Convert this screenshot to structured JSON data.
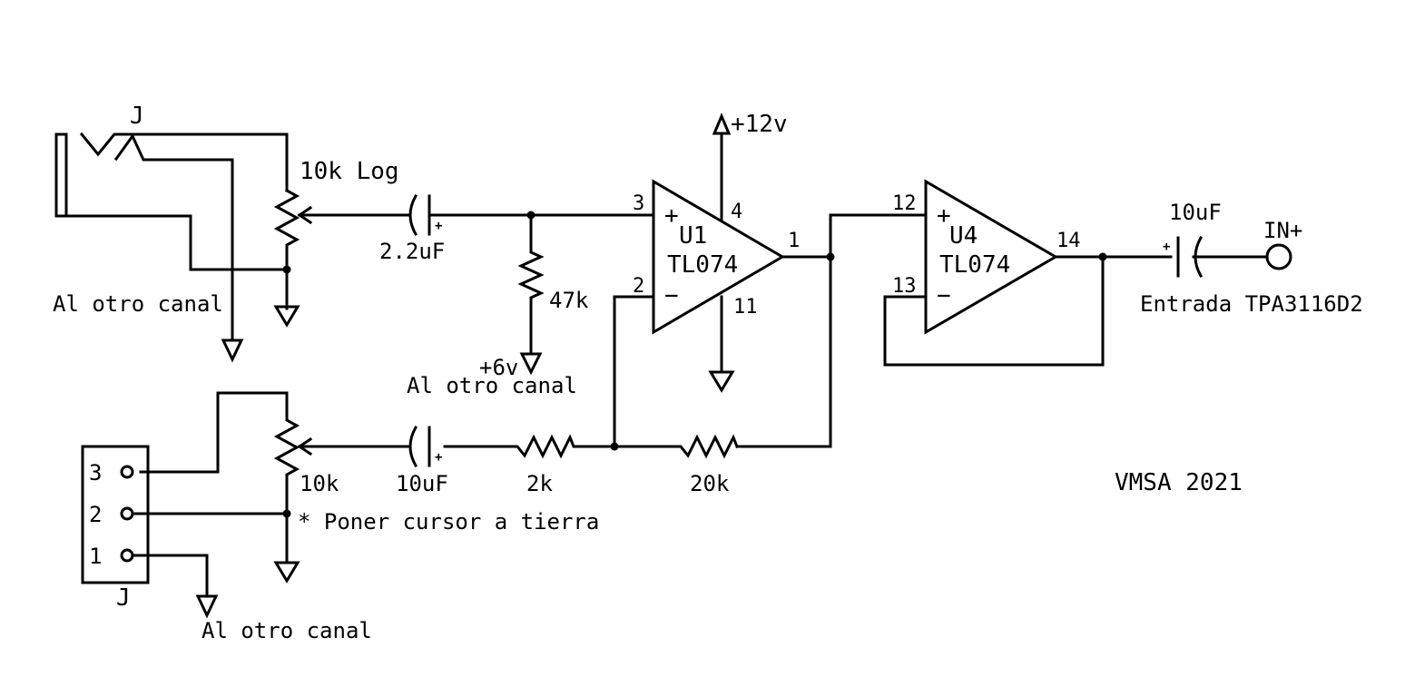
{
  "labels": {
    "jack_top": "J",
    "jack_bottom": "J",
    "pot_log": "10k Log",
    "pot_lin": "10k",
    "c_in": "2.2uF",
    "c_fb": "10uF",
    "c_out": "10uF",
    "r_bias": "47k",
    "r_in": "2k",
    "r_fb": "20k",
    "supply_pos": "+12v",
    "supply_mid": "+6v",
    "other_channel_1": "Al otro canal",
    "other_channel_2": "Al otro canal",
    "other_channel_3": "Al otro canal",
    "cursor_note": "* Poner cursor a tierra",
    "out_node": "IN+",
    "out_desc": "Entrada TPA3116D2",
    "credit": "VMSA 2021",
    "header_pin_3": "3",
    "header_pin_2": "2",
    "header_pin_1": "1"
  },
  "u1": {
    "ref": "U1",
    "part": "TL074",
    "pin_noninv": "3",
    "pin_inv": "2",
    "pin_vpos": "4",
    "pin_gnd": "11",
    "pin_out": "1",
    "plus": "+",
    "minus": "−"
  },
  "u4": {
    "ref": "U4",
    "part": "TL074",
    "pin_noninv": "12",
    "pin_inv": "13",
    "pin_out": "14",
    "plus": "+",
    "minus": "−"
  },
  "polarity": "+"
}
